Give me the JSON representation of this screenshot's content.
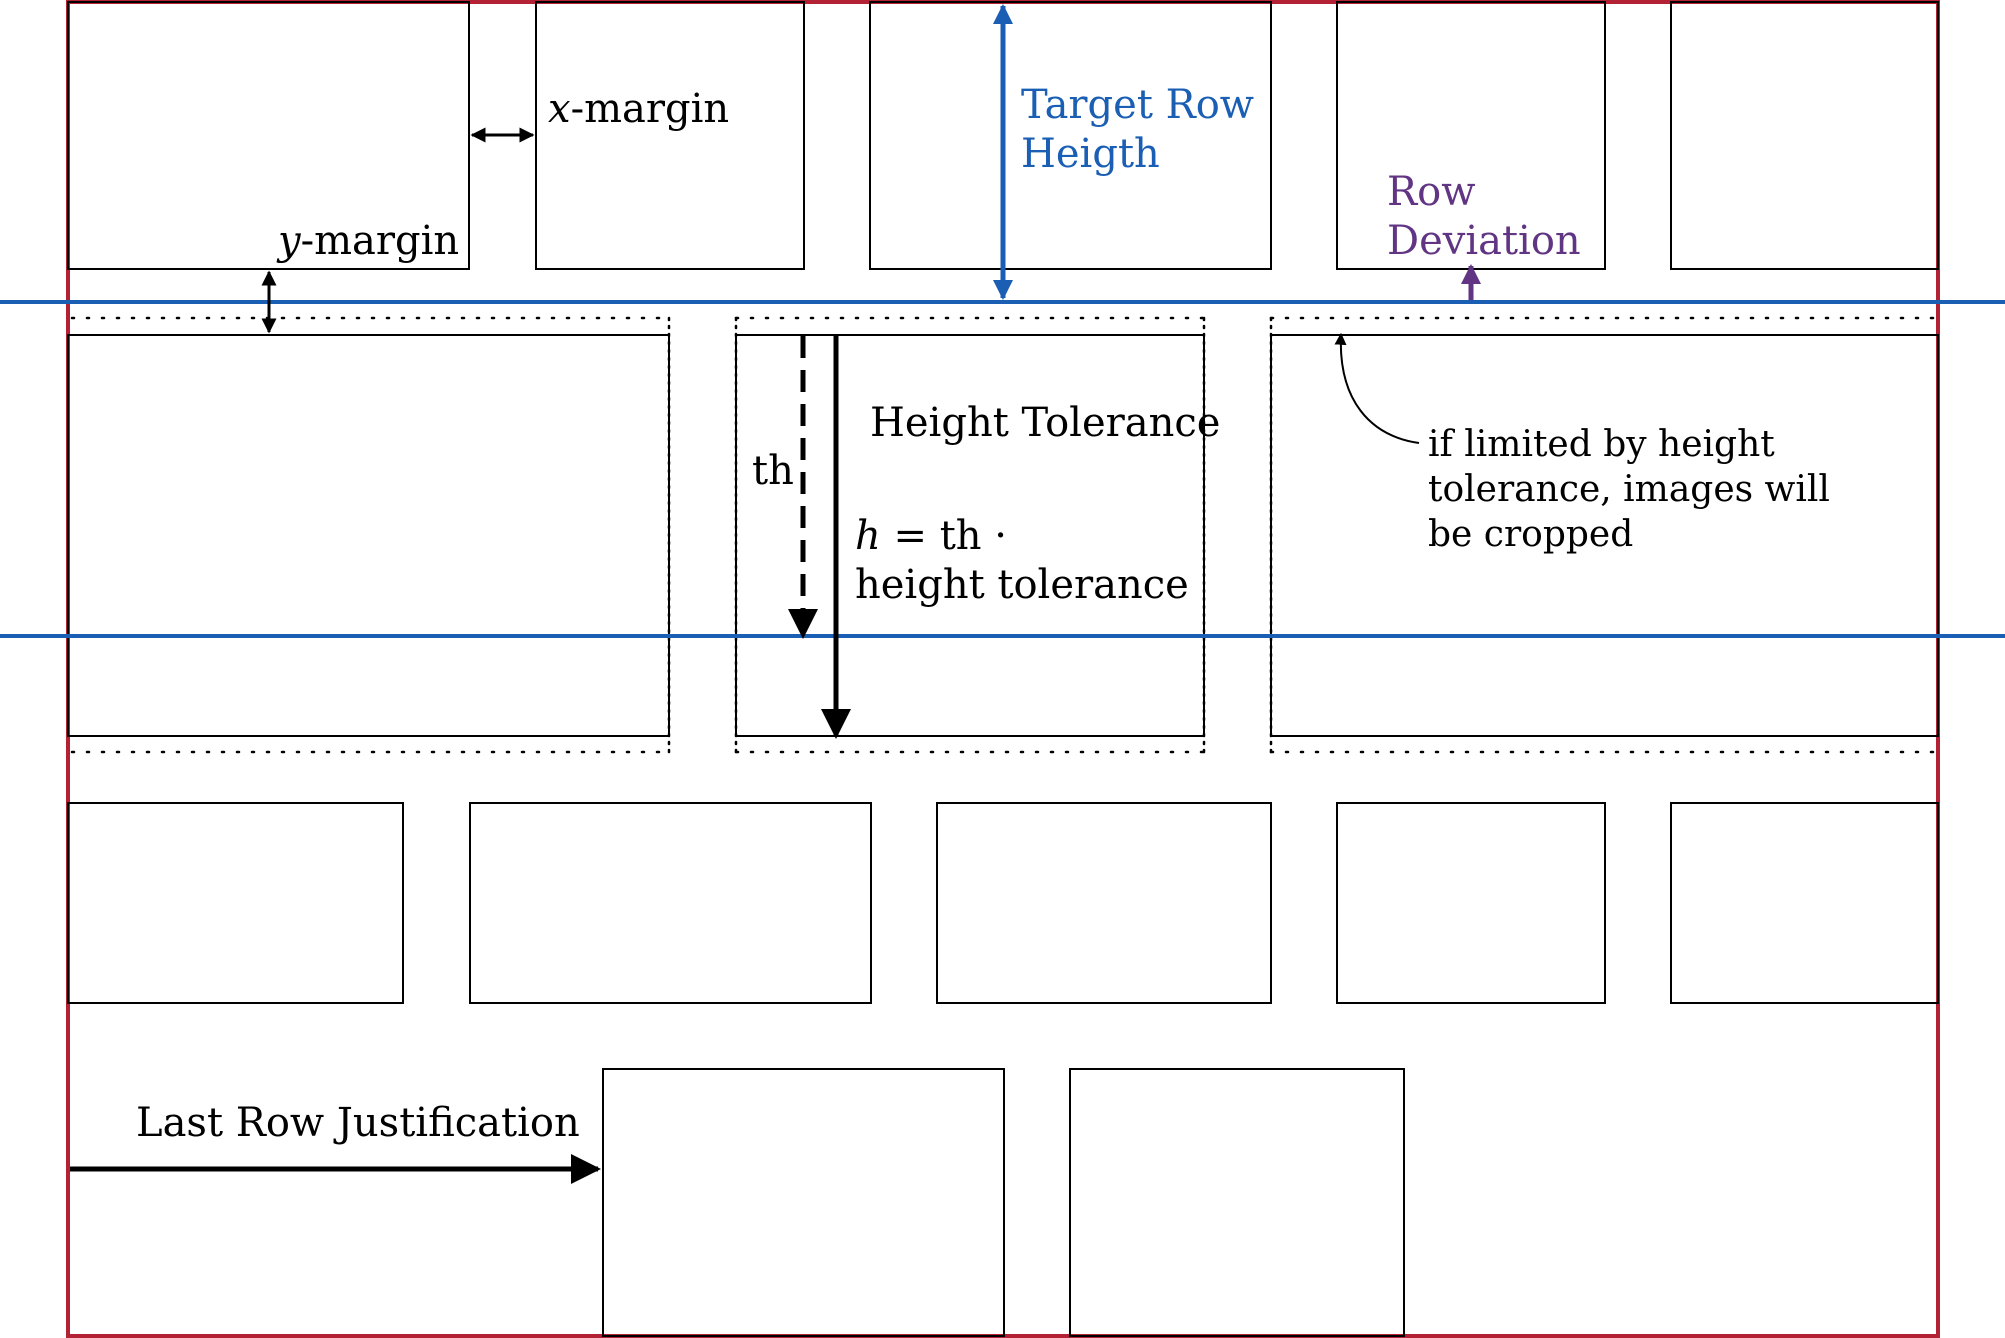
{
  "labels": {
    "x_margin_var": "x",
    "x_margin_text": "-margin",
    "y_margin_var": "y",
    "y_margin_text": "-margin",
    "target_row_line1": "Target Row",
    "target_row_line2": "Heigth",
    "row_deviation_line1": "Row",
    "row_deviation_line2": "Deviation",
    "height_tolerance": "Height Tolerance",
    "th": "th",
    "formula_h": "h",
    "formula_rest": " = th ·",
    "formula_line2": "height tolerance",
    "crop_note_line1": "if limited by height",
    "crop_note_line2": "tolerance, images will",
    "crop_note_line3": "be cropped",
    "last_row": "Last Row Justification"
  },
  "colors": {
    "frame": "#b22234",
    "guide": "#1a5fb4",
    "deviation": "#613583",
    "ink": "#000000"
  }
}
